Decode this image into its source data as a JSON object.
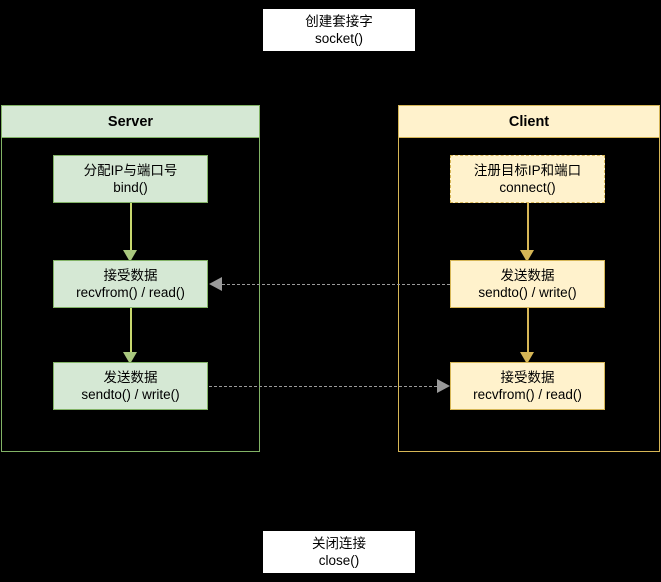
{
  "diagram": {
    "title_top": {
      "line1": "创建套接字",
      "line2": "socket()"
    },
    "title_bottom": {
      "line1": "关闭连接",
      "line2": "close()"
    },
    "lanes": [
      {
        "id": "server",
        "header": "Server",
        "header_fill": "#d5e8d4",
        "border": "#82b366",
        "arrow_color": "#a9c77e",
        "steps": [
          {
            "line1": "分配IP与端口号",
            "line2": "bind()",
            "border_style": "solid"
          },
          {
            "line1": "接受数据",
            "line2": "recvfrom() / read()",
            "border_style": "solid"
          },
          {
            "line1": "发送数据",
            "line2": "sendto() / write()",
            "border_style": "solid"
          }
        ]
      },
      {
        "id": "client",
        "header": "Client",
        "header_fill": "#fff2cc",
        "border": "#d6b656",
        "arrow_color": "#d6b656",
        "steps": [
          {
            "line1": "注册目标IP和端口",
            "line2": "connect()",
            "border_style": "dashed"
          },
          {
            "line1": "发送数据",
            "line2": "sendto() / write()",
            "border_style": "solid"
          },
          {
            "line1": "接受数据",
            "line2": "recvfrom() / read()",
            "border_style": "solid"
          }
        ]
      }
    ],
    "cross_links": [
      {
        "id": "client-to-server-data",
        "direction": "left",
        "style": "dashed",
        "color": "#9a9a9a"
      },
      {
        "id": "server-to-client-data",
        "direction": "right",
        "style": "dashed",
        "color": "#9a9a9a"
      }
    ]
  }
}
